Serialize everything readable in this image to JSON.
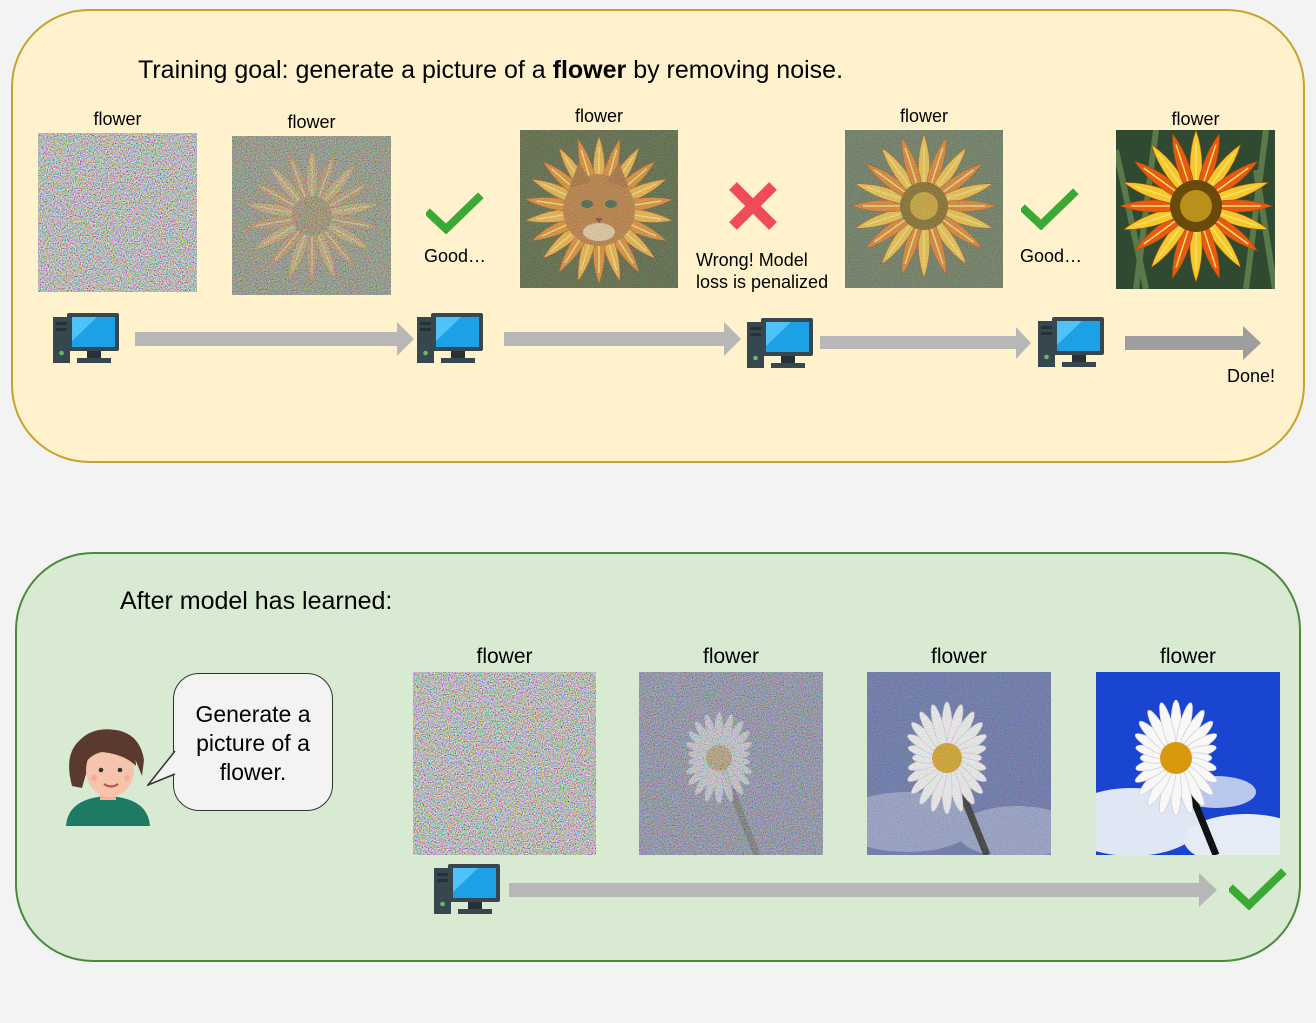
{
  "training": {
    "title_prefix": "Training goal: generate a picture of a ",
    "title_bold": "flower",
    "title_suffix": " by removing noise.",
    "labels": [
      "flower",
      "flower",
      "flower",
      "flower",
      "flower"
    ],
    "feedback": {
      "good_1": "Good…",
      "wrong_line1": "Wrong! Model",
      "wrong_line2": "loss is penalized",
      "good_2": "Good…",
      "done": "Done!"
    }
  },
  "inference": {
    "title": "After model has learned:",
    "prompt_line1": "Generate a",
    "prompt_line2": "picture of a",
    "prompt_line3": "flower.",
    "labels": [
      "flower",
      "flower",
      "flower",
      "flower"
    ]
  },
  "colors": {
    "top_panel_bg": "#fff2cc",
    "top_panel_border": "#c9a22a",
    "bottom_panel_bg": "#d9ead3",
    "bottom_panel_border": "#4a8a3c",
    "arrow": "#b7b7b7",
    "check": "#3aaa35",
    "cross": "#f04b5a",
    "monitor": "#1da1e6"
  },
  "icons": [
    "computer-icon",
    "check-icon",
    "cross-icon",
    "person-avatar"
  ]
}
